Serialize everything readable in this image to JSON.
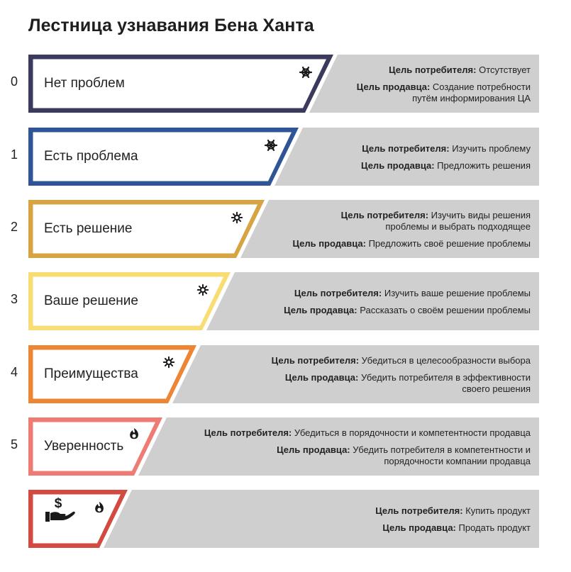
{
  "title": "Лестница узнавания Бена Ханта",
  "consumer_label": "Цель потребителя:",
  "seller_label": "Цель продавца:",
  "stages": [
    {
      "number": "0",
      "label": "Нет проблем",
      "icon": "snowflake-icon",
      "color": "#3a3a5e",
      "consumer_goal": "Отсутствует",
      "seller_goal": "Создание потребности\nпутём информирования ЦА"
    },
    {
      "number": "1",
      "label": "Есть проблема",
      "icon": "snowflake-icon",
      "color": "#2f5597",
      "consumer_goal": "Изучить проблему",
      "seller_goal": "Предложить решения"
    },
    {
      "number": "2",
      "label": "Есть решение",
      "icon": "sun-icon",
      "color": "#d6a442",
      "consumer_goal": "Изучить виды решения\nпроблемы и выбрать подходящее",
      "seller_goal": "Предложить своё решение проблемы"
    },
    {
      "number": "3",
      "label": "Ваше решение",
      "icon": "sun-icon",
      "color": "#f7dd74",
      "consumer_goal": "Изучить ваше решение проблемы",
      "seller_goal": "Рассказать о своём решении проблемы"
    },
    {
      "number": "4",
      "label": "Преимущества",
      "icon": "sun-icon",
      "color": "#ed8534",
      "consumer_goal": "Убедиться в целесообразности выбора",
      "seller_goal": "Убедить потребителя в эффективности\nсвоего решения"
    },
    {
      "number": "5",
      "label": "Уверенность",
      "icon": "fire-icon",
      "color": "#ee7b74",
      "consumer_goal": "Убедиться в порядочности и компетентности продавца",
      "seller_goal": "Убедить потребителя в компетентности и\nпорядочности компании продавца"
    },
    {
      "number": "",
      "label": "",
      "icon": "fire-icon",
      "extra_icon": "money-hand-icon",
      "color": "#d24a40",
      "consumer_goal": "Купить продукт",
      "seller_goal": "Продать продукт"
    }
  ]
}
